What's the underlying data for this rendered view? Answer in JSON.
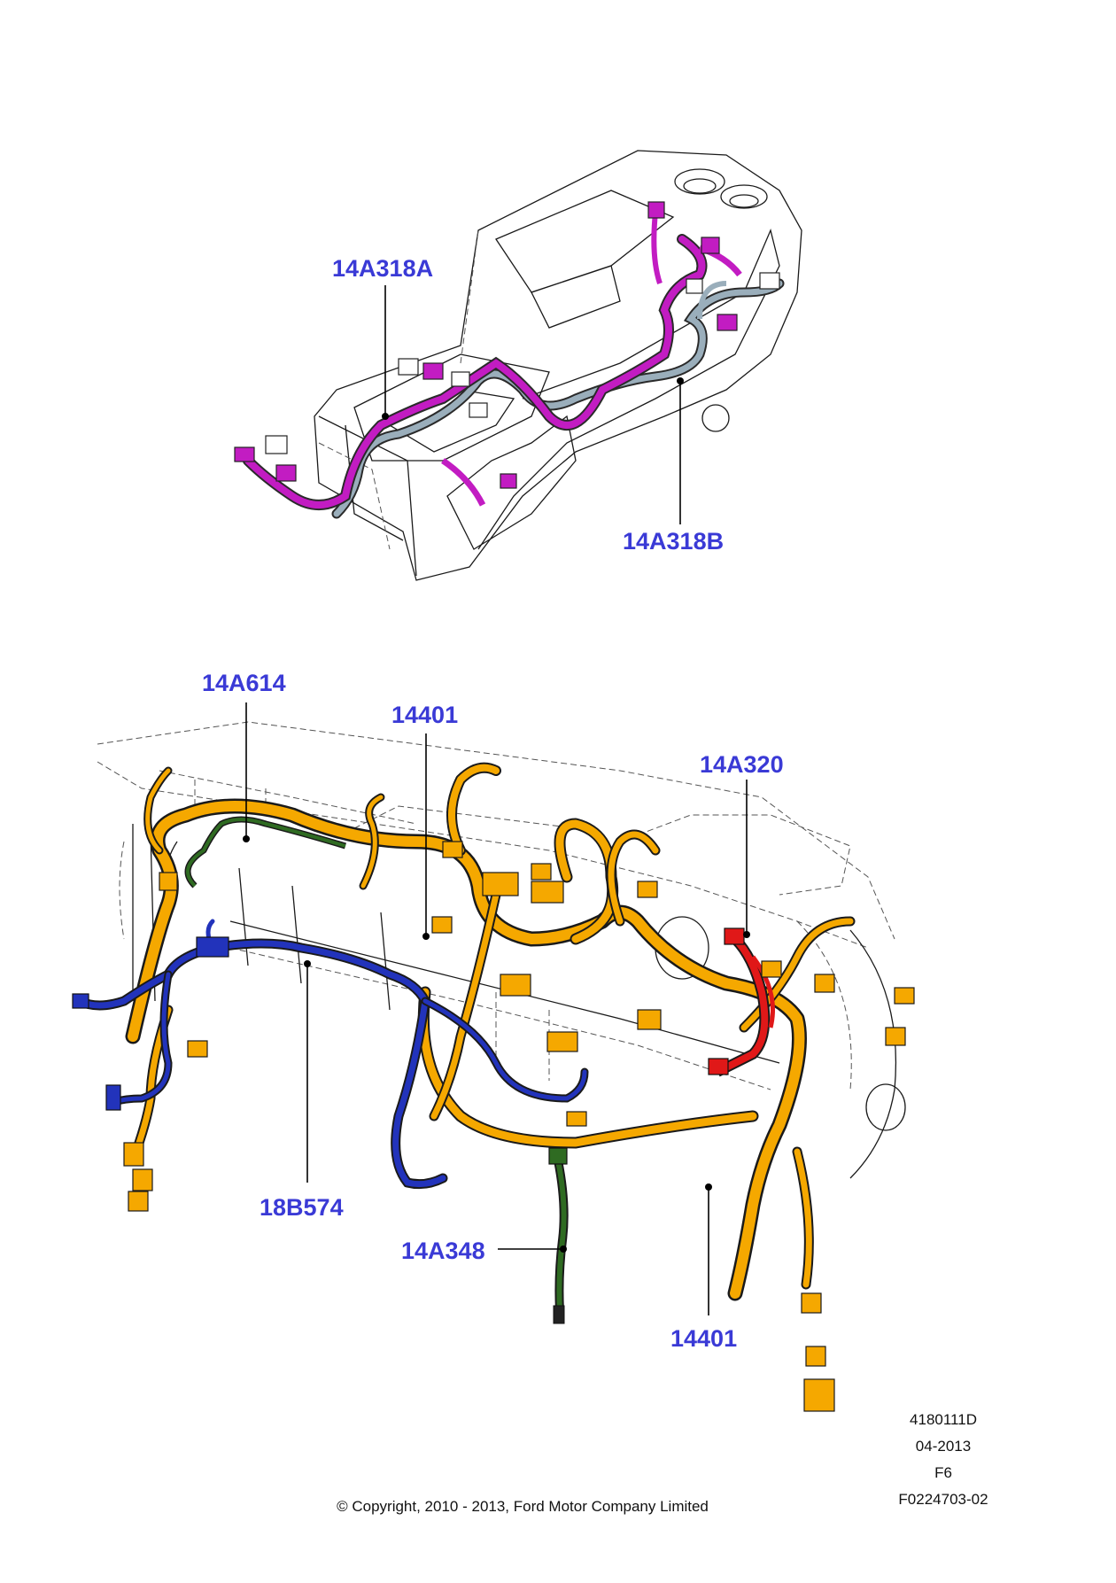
{
  "callouts": {
    "console_harness_a": "14A318A",
    "console_harness_b": "14A318B",
    "harness_14a614": "14A614",
    "main_harness_top": "14401",
    "harness_14a320": "14A320",
    "harness_18b574": "18B574",
    "harness_14a348": "14A348",
    "main_harness_bottom": "14401"
  },
  "meta": {
    "ref_number": "4180111D",
    "date": "04-2013",
    "sheet": "F6",
    "figure_id": "F0224703-02"
  },
  "copyright": "© Copyright, 2010 - 2013, Ford Motor Company Limited",
  "colors": {
    "callout_text": "#3a3ad6",
    "harness_14a318a": "#c21cc2",
    "harness_14a318b": "#9aaebb",
    "harness_14401": "#f5a800",
    "harness_14a614": "#2f6b22",
    "harness_18b574": "#2233bb",
    "harness_14a320": "#e01818",
    "harness_14a348": "#2f6b22"
  }
}
